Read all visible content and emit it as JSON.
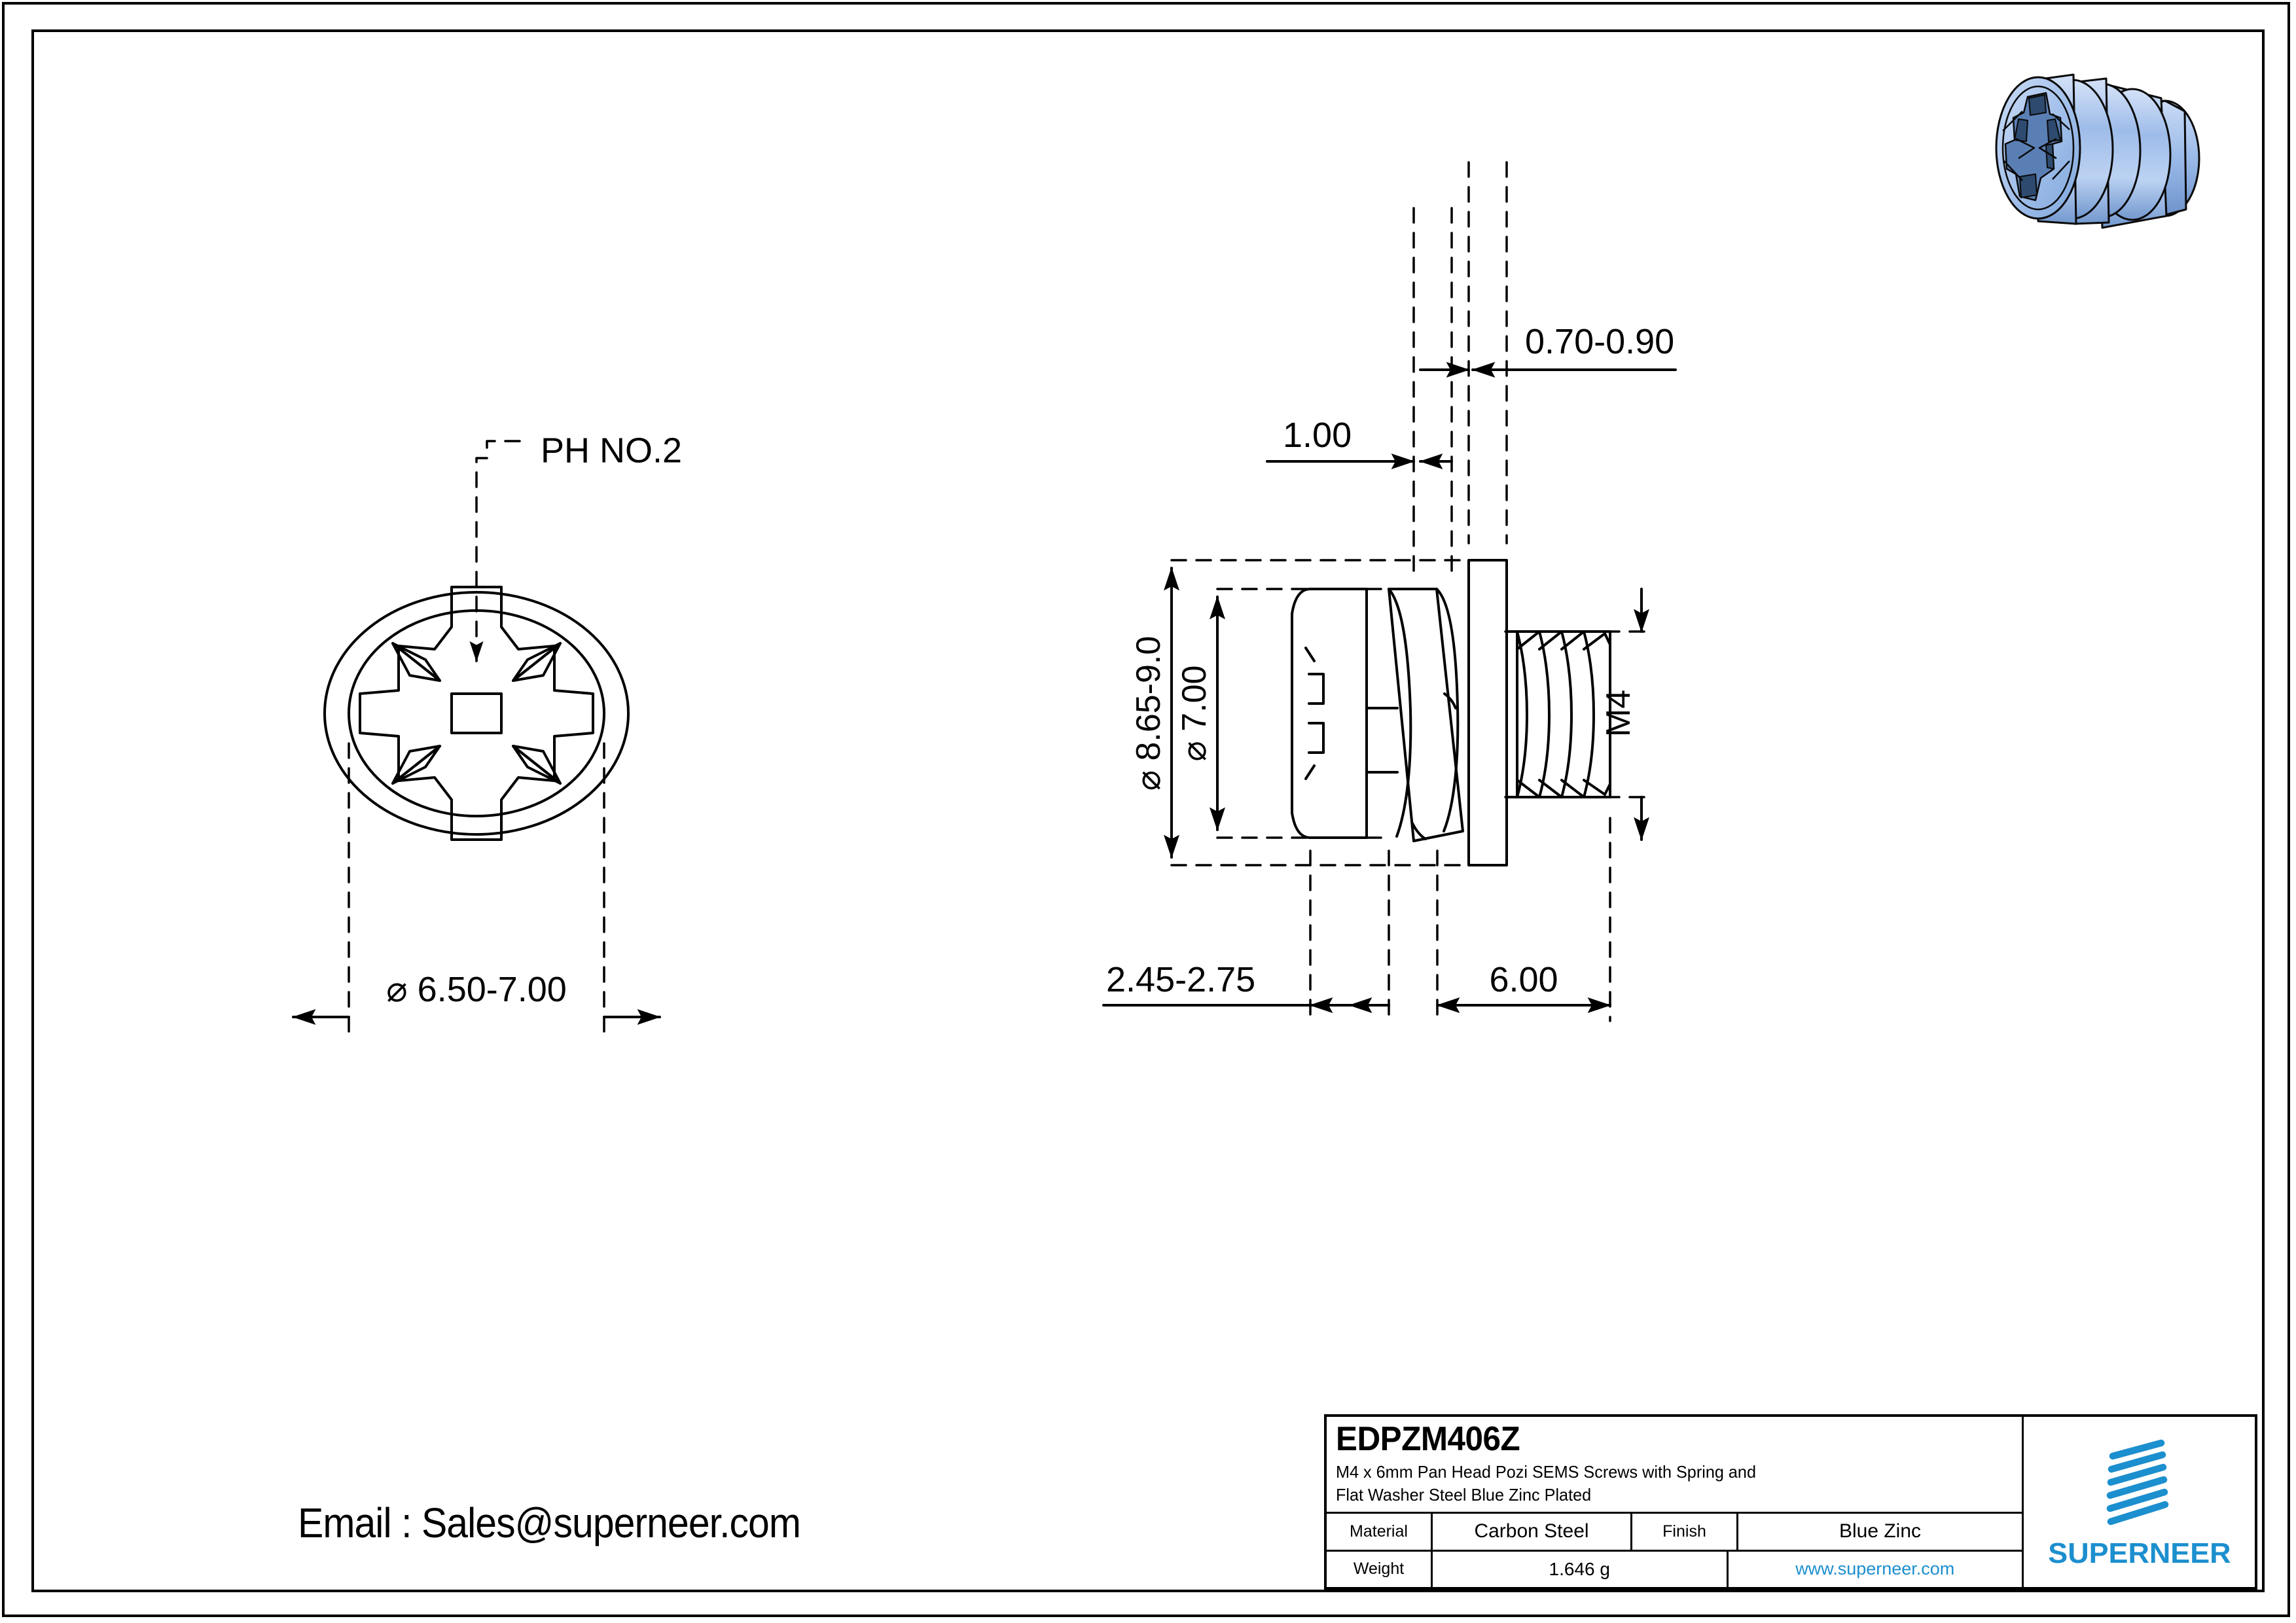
{
  "sheet": {
    "email_label": "Email : Sales@superneer.com"
  },
  "views": {
    "front_view": {
      "name": "front-view-screw-head",
      "callout": "PH NO.2",
      "diameter_dimension": "⌀ 6.50-7.00"
    },
    "side_view": {
      "name": "side-view-sems-screw",
      "dimensions": {
        "washer_thickness": "0.70-0.90",
        "spring_washer_thickness": "1.00",
        "flat_washer_od": "⌀ 8.65-9.0",
        "head_od": "⌀ 7.00",
        "thread_callout": "M4",
        "head_height": "2.45-2.75",
        "thread_length": "6.00"
      }
    }
  },
  "iso_render": {
    "name": "iso-3d-screw-render",
    "colors": {
      "body_light": "#BFD4F0",
      "body_mid": "#8FB3E0",
      "body_dark": "#6E95CC",
      "outline": "#000000"
    }
  },
  "title_block": {
    "part_number": "EDPZM406Z",
    "description_line1": "M4 x 6mm Pan Head Pozi SEMS Screws with Spring and",
    "description_line2": "Flat Washer Steel Blue Zinc Plated",
    "rows": [
      {
        "label": "Material",
        "value": "Carbon Steel",
        "label2": "Finish",
        "value2": "Blue Zinc"
      },
      {
        "label": "Weight",
        "value": "1.646 g",
        "url": "www.superneer.com"
      }
    ],
    "brand": {
      "wordmark": "SUPERNEER",
      "accent_color": "#1C8FCE"
    }
  }
}
